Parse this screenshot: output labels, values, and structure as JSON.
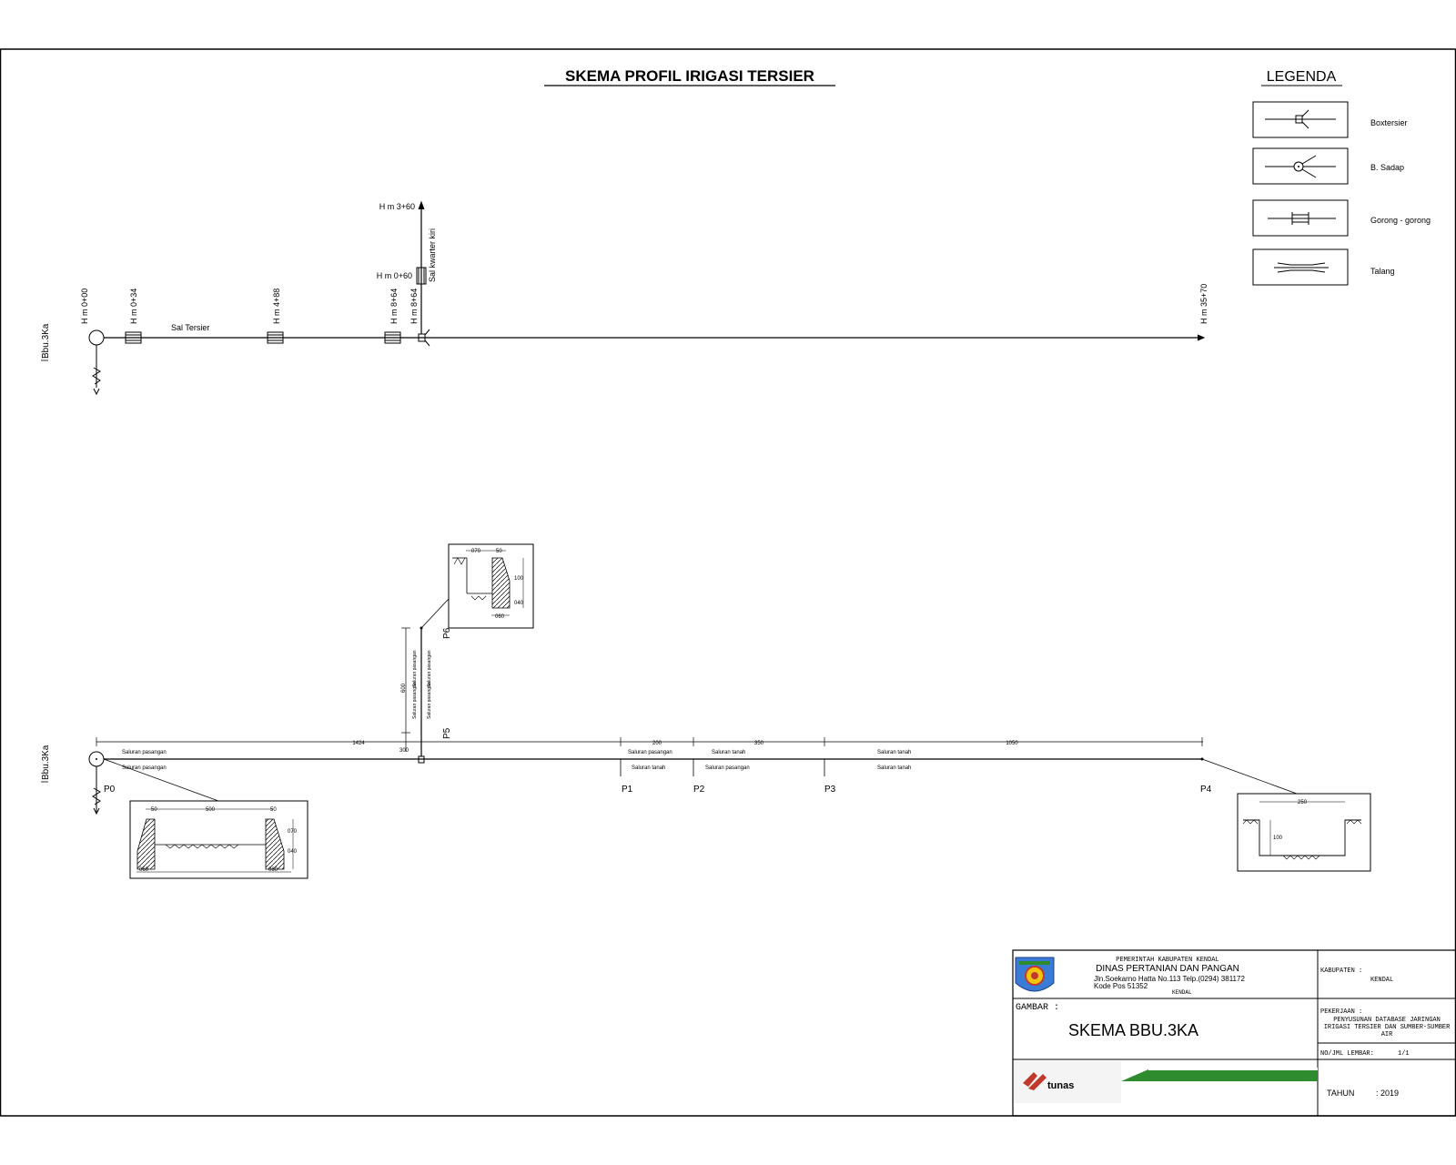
{
  "title": "SKEMA PROFIL IRIGASI TERSIER",
  "legend": {
    "title": "LEGENDA",
    "items": [
      {
        "label": "Boxtersier",
        "icon": "box-tersier-icon"
      },
      {
        "label": "B. Sadap",
        "icon": "bangunan-sadap-icon"
      },
      {
        "label": "Gorong - gorong",
        "icon": "culvert-icon"
      },
      {
        "label": "Talang",
        "icon": "flume-icon"
      }
    ]
  },
  "upper_scheme": {
    "source_label": "Bbu.3Ka",
    "main_channel_label": "Sal Tersier",
    "branch_label": "Sal kwarter kiri",
    "stations": {
      "hm0": "H m 0+00",
      "hm034": "H m 0+34",
      "hm488": "H m 4+88",
      "hm864a": "H m 8+64",
      "hm864b": "H m 8+64",
      "hm3570": "H m 35+70",
      "hm060": "H m 0+60",
      "hm360": "H m 3+60"
    }
  },
  "lower_scheme": {
    "source_label": "Bbu.3Ka",
    "points": [
      "P0",
      "P1",
      "P2",
      "P3",
      "P4",
      "P5",
      "P6"
    ],
    "segment_lengths": [
      "1424",
      "200",
      "350",
      "1050",
      "300",
      "600"
    ],
    "channel_note": "Saluran tanah",
    "lining_note": "Saluran pasangan",
    "sections": {
      "left": {
        "top_left": "50",
        "top_mid": "500",
        "top_right": "50",
        "height": "070",
        "freeboard": "040",
        "base_left": "060",
        "base_right": "060"
      },
      "branch": {
        "top_left": "070",
        "top_right": "50",
        "height": "100",
        "freeboard": "040",
        "base": "060"
      },
      "right": {
        "top": "250",
        "height": "100"
      }
    }
  },
  "title_block": {
    "agency_line1": "PEMERINTAH KABUPATEN KENDAL",
    "agency_line2": "DINAS PERTANIAN DAN PANGAN",
    "address": "Jln.Soekarno Hatta No.113 Telp.(0294) 381172",
    "postcode": "Kode Pos 51352",
    "city": "KENDAL",
    "gambar_label": "GAMBAR :",
    "drawing_title": "SKEMA  BBU.3KA",
    "kabupaten_label": "KABUPATEN :",
    "kabupaten_value": "KENDAL",
    "pekerjaan_label": "PEKERJAAN :",
    "pekerjaan_line1": "PENYUSUNAN DATABASE JARINGAN",
    "pekerjaan_line2": "IRIGASI TERSIER DAN SUMBER-SUMBER",
    "pekerjaan_line3": "AIR",
    "lembar_label": "NO/JML LEMBAR:",
    "lembar_value": "1/1",
    "tahun_label": "TAHUN",
    "tahun_value": ": 2019",
    "consultant_logo": "tunas"
  },
  "colors": {
    "line": "#000000",
    "brand_green": "#2e8b2e",
    "logo_red": "#c0392b"
  }
}
